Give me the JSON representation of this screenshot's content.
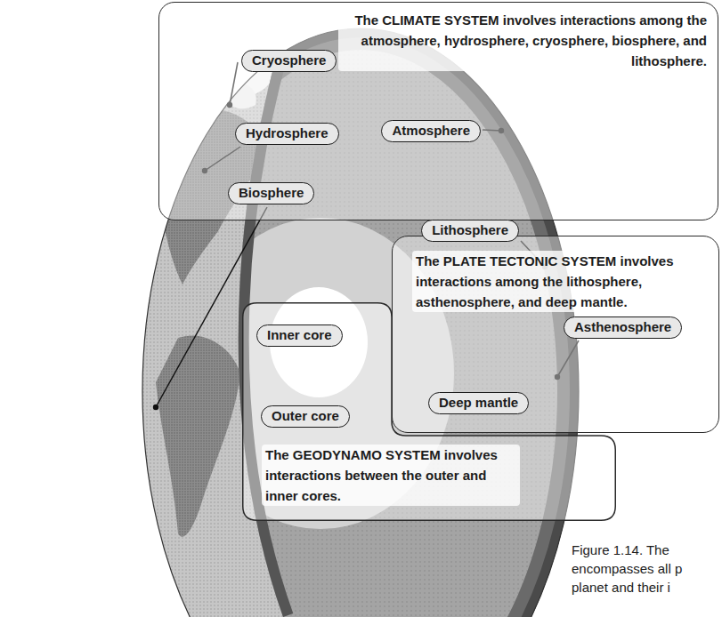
{
  "diagram": {
    "caption": "Figure 1.14. The encompasses all p planet and their i",
    "nodes": [
      {
        "text": [
          "The CLIMATE SYSTEM involves interactions among the atmosphere, hydrosphere, cryosphere, biosphere, and lithosphere."
        ]
      },
      {
        "text": [
          "Cryosphere"
        ],
        "in": 0
      },
      {
        "text": [
          "Hydrosphere"
        ],
        "in": 0
      },
      {
        "text": [
          "Atmosphere"
        ],
        "in": 0
      },
      {
        "text": [
          "Biosphere"
        ],
        "in": 0
      },
      {
        "text": [
          "Lithosphere"
        ]
      },
      {
        "text": [
          "The PLATE TECTONIC SYSTEM involves interactions among the lithosphere, asthenosphere, and deep mantle."
        ]
      },
      {
        "text": [
          "Asthenosphere"
        ],
        "in": 6
      },
      {
        "text": [
          "Deep mantle"
        ],
        "in": 6
      },
      {
        "text": [
          "The GEODYNAMO SYSTEM involves interactions between the outer and inner cores."
        ]
      },
      {
        "text": [
          "Inner core"
        ],
        "in": 9
      },
      {
        "text": [
          "Outer core"
        ],
        "in": 9
      }
    ]
  }
}
